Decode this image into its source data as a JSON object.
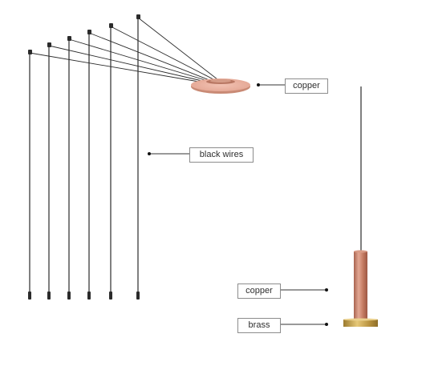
{
  "labels": {
    "copper_top": "copper",
    "black_wires": "black wires",
    "copper_bottom": "copper",
    "brass": "brass"
  },
  "colors": {
    "wire": "#2b2b2b",
    "leader": "#333333",
    "callout_border": "#8c8c8c",
    "copper": "#c98a75",
    "copper_light": "#e4aa98",
    "brass": "#c9a24e"
  }
}
